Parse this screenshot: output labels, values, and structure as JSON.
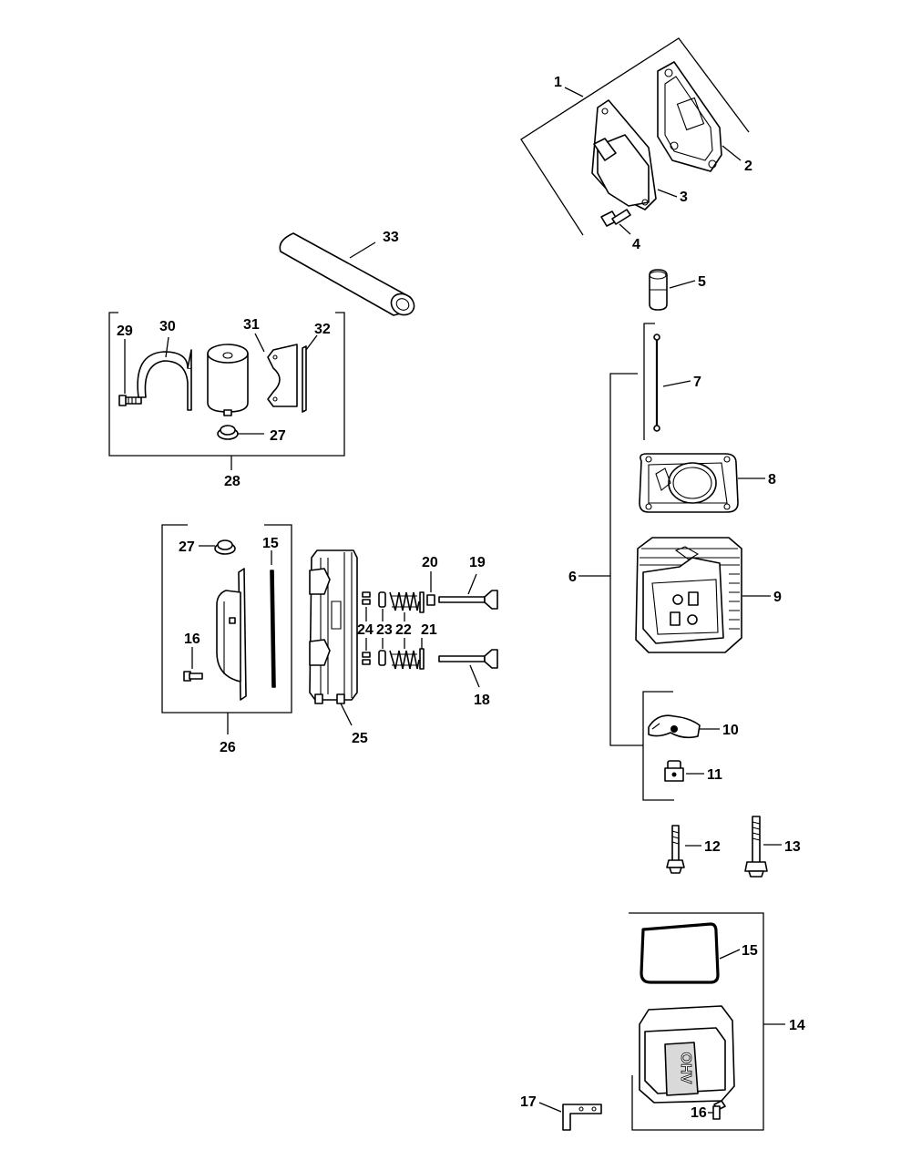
{
  "diagram": {
    "callouts": {
      "c1": "1",
      "c2": "2",
      "c3": "3",
      "c4": "4",
      "c5": "5",
      "c6": "6",
      "c7": "7",
      "c8": "8",
      "c9": "9",
      "c10": "10",
      "c11": "11",
      "c12": "12",
      "c13": "13",
      "c14": "14",
      "c15a": "15",
      "c15b": "15",
      "c16a": "16",
      "c16b": "16",
      "c17": "17",
      "c18": "18",
      "c19": "19",
      "c20": "20",
      "c21": "21",
      "c22": "22",
      "c23": "23",
      "c24": "24",
      "c25": "25",
      "c26": "26",
      "c27a": "27",
      "c27b": "27",
      "c28": "28",
      "c29": "29",
      "c30": "30",
      "c31": "31",
      "c32": "32",
      "c33": "33"
    },
    "valve_cover_logo": "OHV"
  }
}
